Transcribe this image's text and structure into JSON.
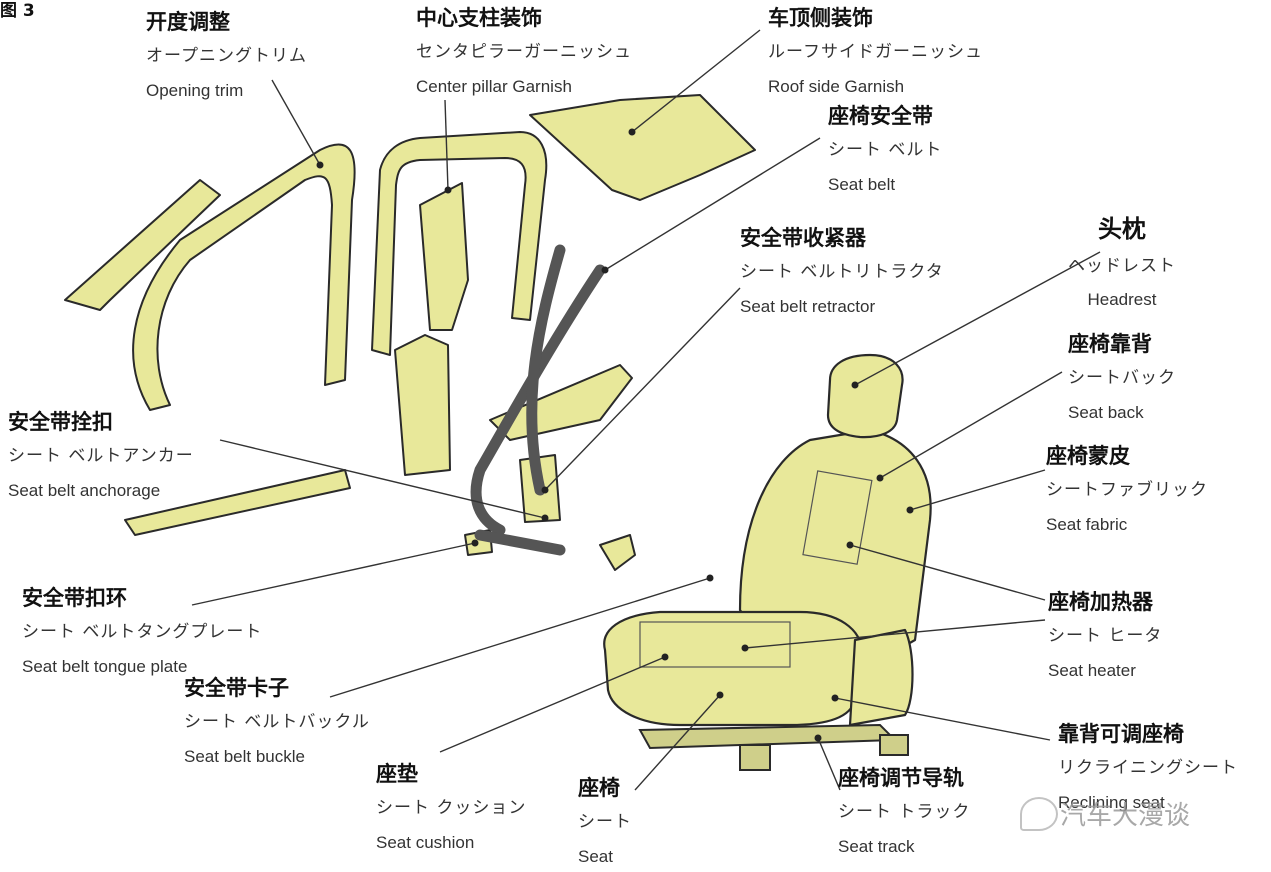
{
  "corner_text": "图 3",
  "watermark": "汽车大漫谈",
  "fill_color": "#e8e89a",
  "stroke_color": "#2a2a2a",
  "labels": {
    "opening_trim": {
      "zh": "开度调整",
      "ja": "オープニングトリム",
      "en": "Opening trim"
    },
    "center_pillar": {
      "zh": "中心支柱装饰",
      "ja": "センタピラーガーニッシュ",
      "en": "Center pillar Garnish"
    },
    "roof_side": {
      "zh": "车顶侧装饰",
      "ja": "ルーフサイドガーニッシュ",
      "en": "Roof side Garnish"
    },
    "seat_belt": {
      "zh": "座椅安全带",
      "ja": "シート ベルト",
      "en": "Seat belt"
    },
    "retractor": {
      "zh": "安全带收紧器",
      "ja": "シート ベルトリトラクタ",
      "en": "Seat belt retractor"
    },
    "headrest": {
      "zh": "头枕",
      "ja": "ヘッドレスト",
      "en": "Headrest"
    },
    "seat_back": {
      "zh": "座椅靠背",
      "ja": "シートバック",
      "en": "Seat back"
    },
    "seat_fabric": {
      "zh": "座椅蒙皮",
      "ja": "シートファブリック",
      "en": "Seat fabric"
    },
    "anchorage": {
      "zh": "安全带拴扣",
      "ja": "シート ベルトアンカー",
      "en": "Seat belt anchorage"
    },
    "tongue_plate": {
      "zh": "安全带扣环",
      "ja": "シート ベルトタングプレート",
      "en": "Seat belt tongue plate"
    },
    "buckle": {
      "zh": "安全带卡子",
      "ja": "シート ベルトバックル",
      "en": "Seat belt buckle"
    },
    "seat_heater": {
      "zh": "座椅加热器",
      "ja": "シート ヒータ",
      "en": "Seat heater"
    },
    "reclining": {
      "zh": "靠背可调座椅",
      "ja": "リクライニングシート",
      "en": "Reclining seat"
    },
    "seat_cushion": {
      "zh": "座垫",
      "ja": "シート クッション",
      "en": "Seat cushion"
    },
    "seat": {
      "zh": "座椅",
      "ja": "シート",
      "en": "Seat"
    },
    "seat_track": {
      "zh": "座椅调节导轨",
      "ja": "シート トラック",
      "en": "Seat track"
    }
  }
}
